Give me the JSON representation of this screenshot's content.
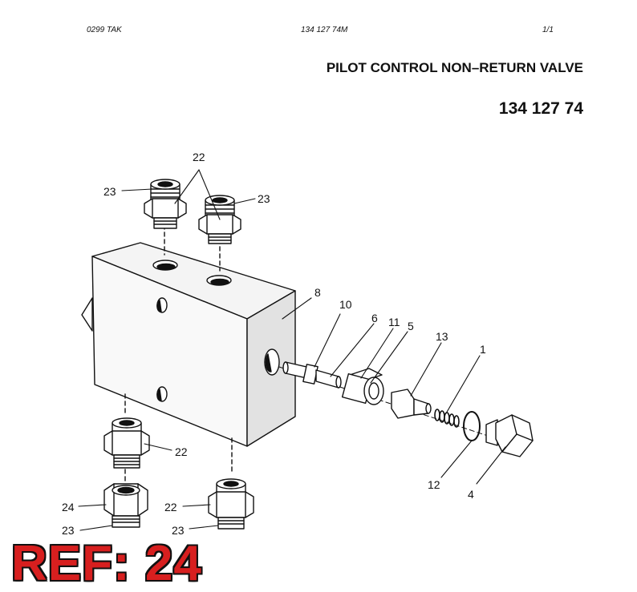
{
  "header": {
    "left": "0299   TAK",
    "center": "134 127 74M",
    "right": "1/1"
  },
  "title": "PILOT CONTROL NON–RETURN VALVE",
  "part_number": "134 127 74",
  "callouts": {
    "c22_top": "22",
    "c23_a": "23",
    "c23_b": "23",
    "c8": "8",
    "c10": "10",
    "c6": "6",
    "c11": "11",
    "c5": "5",
    "c13": "13",
    "c1": "1",
    "c12": "12",
    "c4": "4",
    "c22_mid": "22",
    "c24": "24",
    "c23_c": "23",
    "c22_low": "22",
    "c23_d": "23"
  },
  "ref_label": "REF: 24"
}
